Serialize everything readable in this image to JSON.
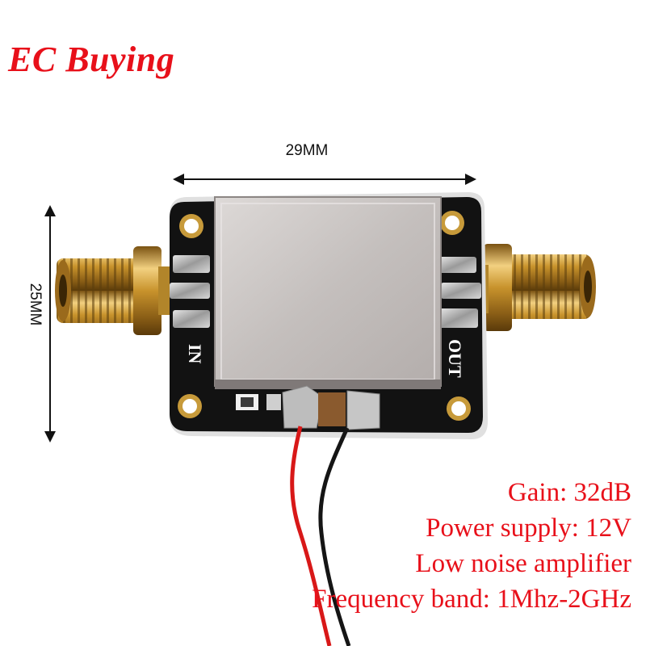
{
  "brand": "EC Buying",
  "dimensions": {
    "width": "29MM",
    "height": "25MM"
  },
  "board": {
    "input_label": "IN",
    "output_label": "OUT"
  },
  "specs": [
    "Gain: 32dB",
    "Power supply: 12V",
    "Low noise amplifier",
    "Frequency band: 1Mhz-2GHz"
  ],
  "colors": {
    "brand_red": "#e8101a",
    "pcb_black": "#121212",
    "shield_metal": "#c9c4c2",
    "connector_gold": "#c9962e",
    "wire_red": "#d81818",
    "wire_black": "#151515"
  }
}
